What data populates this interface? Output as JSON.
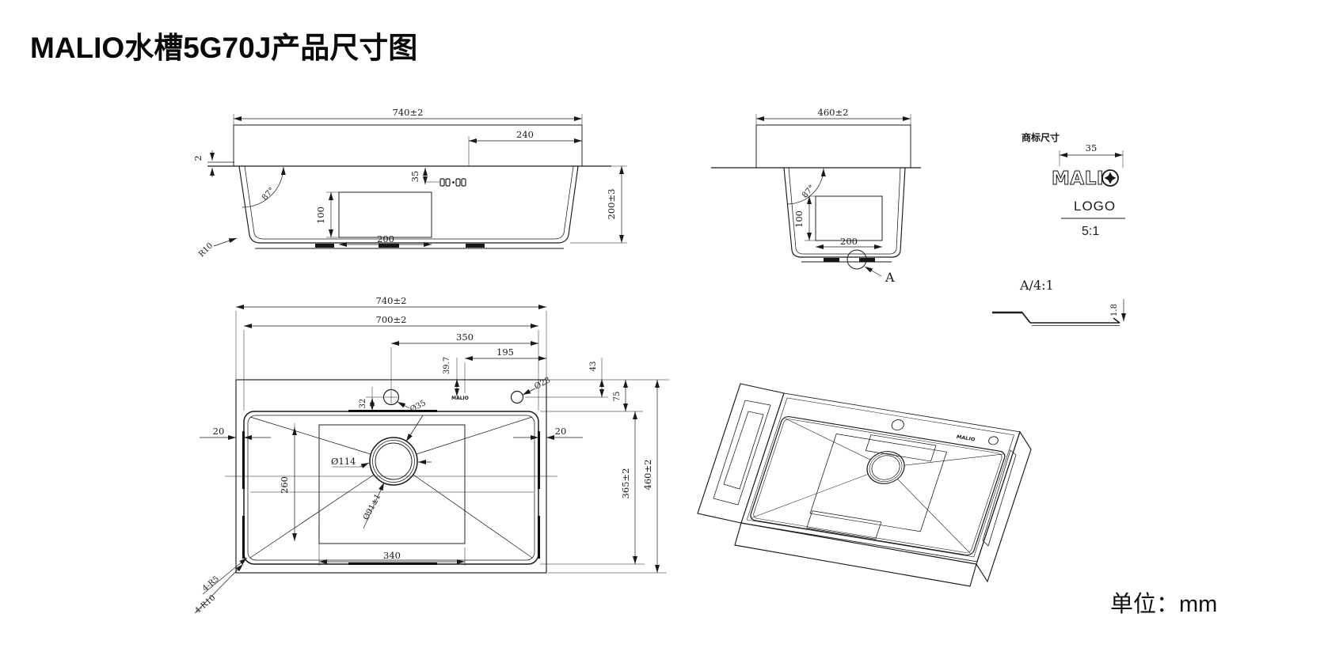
{
  "title": "MALIO水槽5G70J产品尺寸图",
  "unit_note": "单位：mm",
  "front_view": {
    "overall_width": "740±2",
    "hole_offset_right": "240",
    "rim_height": "2",
    "wall_angle": "87°",
    "logo_offset": "35",
    "recess_height": "100",
    "recess_width": "200",
    "bowl_depth": "200±3",
    "corner_radius": "R10"
  },
  "side_view": {
    "overall_depth": "460±2",
    "wall_angle": "87°",
    "recess_height": "100",
    "recess_width": "200",
    "detail_marker": "A"
  },
  "logo_detail": {
    "caption": "商标尺寸",
    "logo_width": "35",
    "brand_text": "MALI",
    "label": "LOGO",
    "scale": "5:1"
  },
  "detail_a": {
    "label": "A/4:1",
    "edge_height": "1.8"
  },
  "top_view": {
    "overall_width": "740±2",
    "inner_width": "700±2",
    "faucet_from_right": "350",
    "logo_from_right": "195",
    "logo_from_front": "39.7",
    "hole2_from_front": "43",
    "deck_front_depth": "75",
    "faucet_from_rim": "32",
    "faucet_hole_dia": "Ø35",
    "soap_hole_dia": "Ø28",
    "margin_left": "20",
    "margin_right": "20",
    "drain_outer_dia": "Ø114",
    "drain_inner_dia": "Ø91±1",
    "recess_depth": "260",
    "recess_width": "340",
    "basin_depth": "365±2",
    "overall_depth": "460±2",
    "inner_corner_radius": "4-R5",
    "outer_corner_radius": "4-R10",
    "logo_mark": "MALIO"
  },
  "iso_view": {
    "logo_mark": "MALIO"
  }
}
